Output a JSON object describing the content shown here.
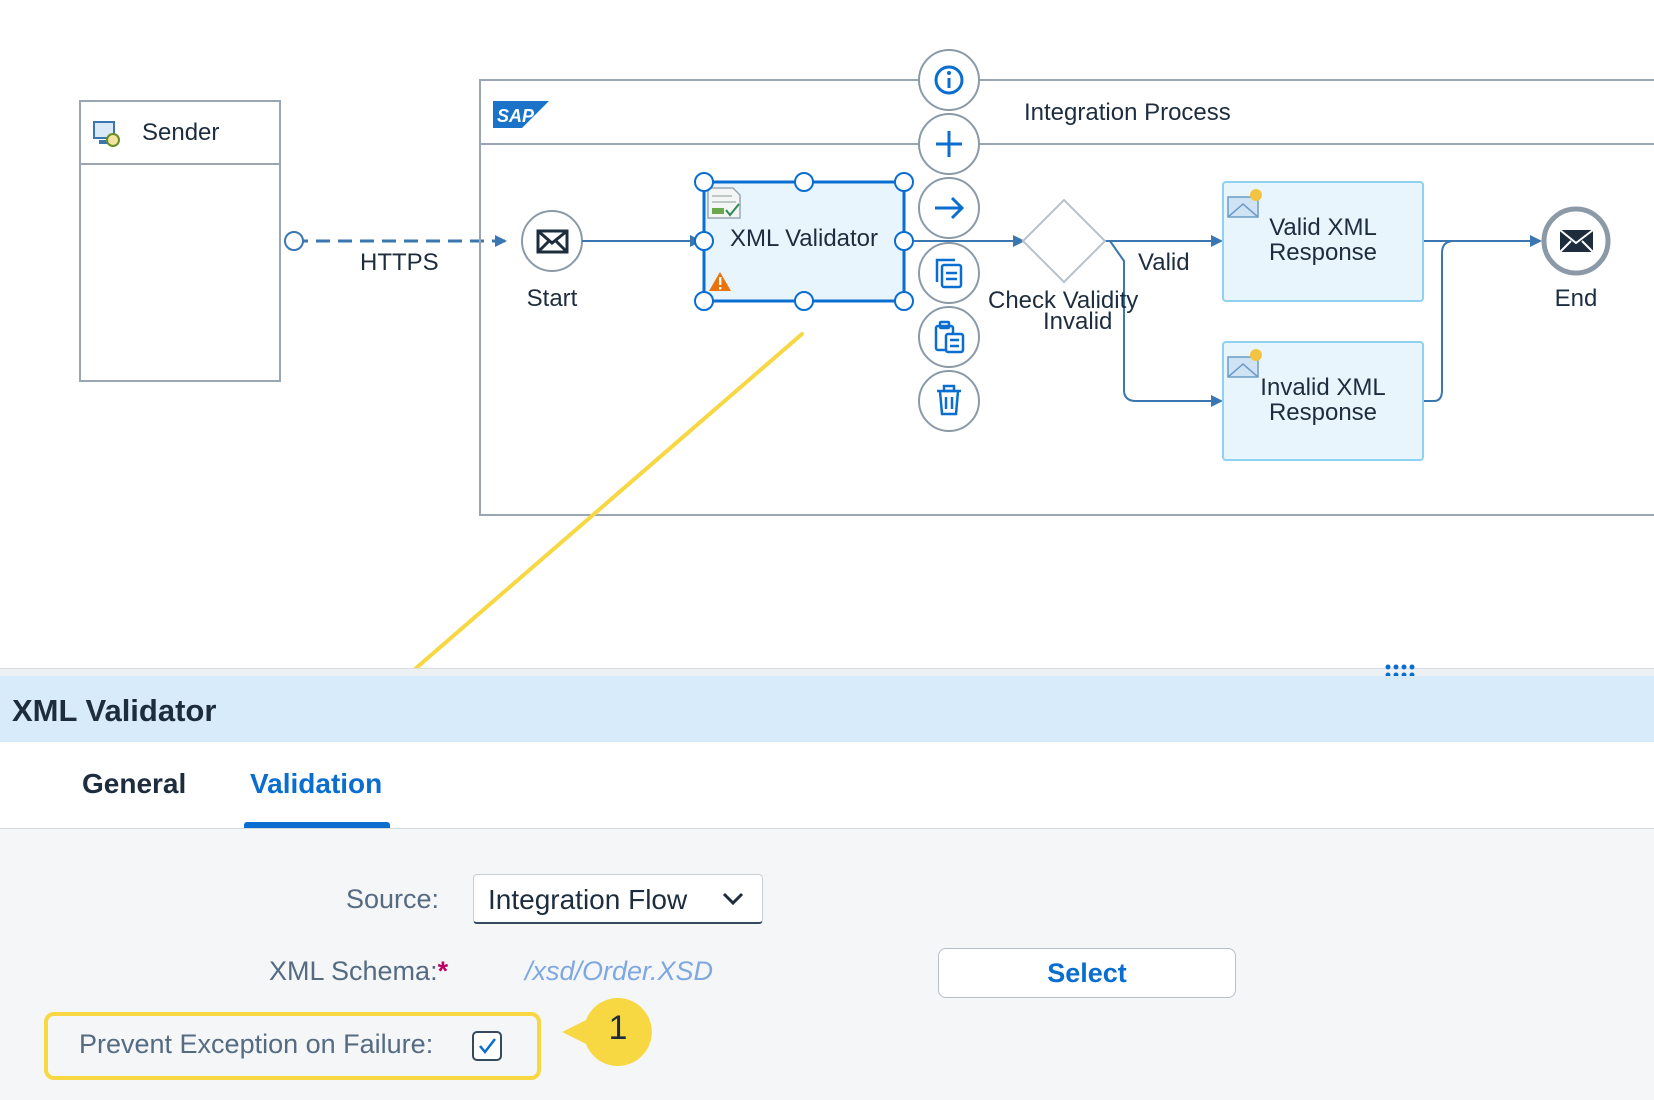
{
  "canvas": {
    "sender_label": "Sender",
    "connection_label": "HTTPS",
    "pool_title": "Integration Process",
    "sap_logo_text": "SAP",
    "start_label": "Start",
    "end_label": "End",
    "validator_label": "XML Validator",
    "gateway_label": "Check Validity",
    "valid_route_label": "Valid",
    "invalid_route_label": "Invalid",
    "valid_response_label": [
      "Valid XML",
      "Response"
    ],
    "invalid_response_label": [
      "Invalid XML",
      "Response"
    ],
    "context_buttons": [
      "info-icon",
      "add-icon",
      "connect-arrow-icon",
      "copy-icon",
      "paste-icon",
      "delete-icon"
    ]
  },
  "panel": {
    "title": "XML Validator",
    "tabs": [
      {
        "label": "General",
        "active": false
      },
      {
        "label": "Validation",
        "active": true
      }
    ],
    "form": {
      "source_label": "Source:",
      "source_value": "Integration Flow",
      "schema_label": "XML Schema:",
      "schema_required": "*",
      "schema_value": "/xsd/Order.XSD",
      "select_button": "Select",
      "prevent_label": "Prevent Exception on Failure:",
      "prevent_checked": true
    },
    "callout_number": "1"
  },
  "colors": {
    "accent": "#0a6ed1",
    "flow_line": "#3a76b0",
    "task_fill": "#e8f5fc",
    "task_border": "#8fd1f1",
    "highlight": "#f7d842",
    "warning": "#e9730c"
  }
}
